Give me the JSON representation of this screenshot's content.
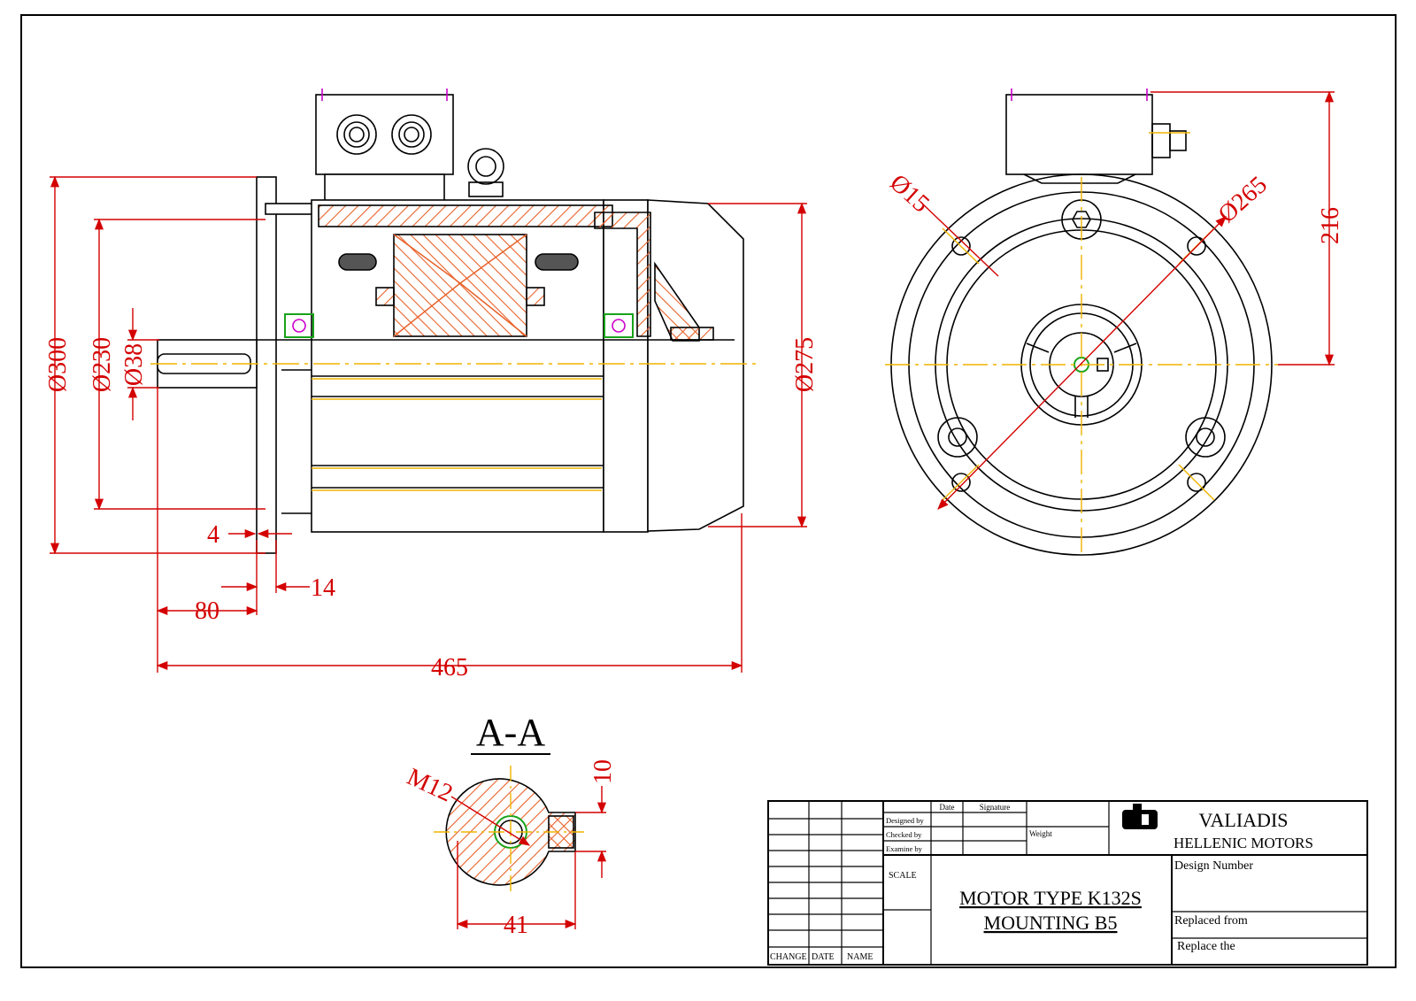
{
  "drawing": {
    "section_title": "A-A",
    "dimensions": {
      "d300": "Ø300",
      "d230": "Ø230",
      "d38": "Ø38",
      "d275": "Ø275",
      "d15": "Ø15",
      "d265": "Ø265",
      "h216": "216",
      "l4": "4",
      "l14": "14",
      "l80": "80",
      "l465": "465",
      "m12": "M12",
      "k10": "10",
      "k41": "41"
    }
  },
  "title_block": {
    "date_col": "Date",
    "signature_col": "Signature",
    "designed_by": "Designed by",
    "checked_by": "Checked by",
    "examine_by": "Examine by",
    "weight": "Weight",
    "scale": "SCALE",
    "change": "CHANGE",
    "date": "DATE",
    "name": "NAME",
    "company_line1": "VALIADIS",
    "company_line2": "HELLENIC MOTORS",
    "design_number": "Design Number",
    "motor_type": "MOTOR TYPE K132S",
    "mounting": "MOUNTING  B5",
    "replaced_from": "Replaced from",
    "replace_the": "Replace the"
  },
  "colors": {
    "dimension": "#d40000",
    "hatch": "#e8622a",
    "centerline": "#f0b400",
    "bearing": "#19a319",
    "marker": "#cc00cc",
    "line": "#000000"
  }
}
